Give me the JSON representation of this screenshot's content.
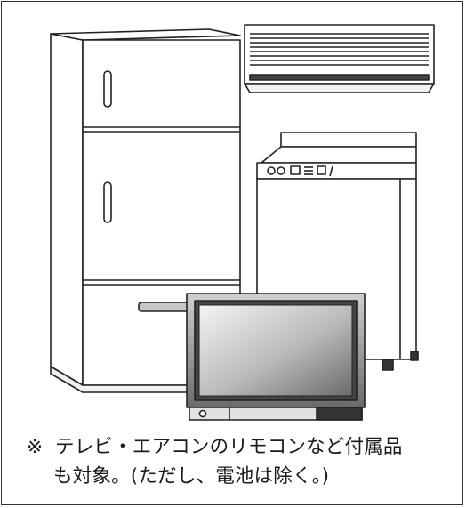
{
  "note": {
    "mark": "※",
    "line1": "テレビ・エアコンのリモコンなど付属品",
    "line2": "も対象。(ただし、電池は除く。)"
  },
  "appliances": [
    {
      "name": "refrigerator",
      "icon": "refrigerator-icon"
    },
    {
      "name": "air-conditioner",
      "icon": "air-conditioner-icon"
    },
    {
      "name": "washing-machine",
      "icon": "washing-machine-icon"
    },
    {
      "name": "television",
      "icon": "television-icon"
    }
  ],
  "colors": {
    "line": "#222222",
    "fill": "#ffffff",
    "shade": "#d9d9d9",
    "screen_dark": "#5a5a5a",
    "screen_light": "#e9e9e9"
  }
}
